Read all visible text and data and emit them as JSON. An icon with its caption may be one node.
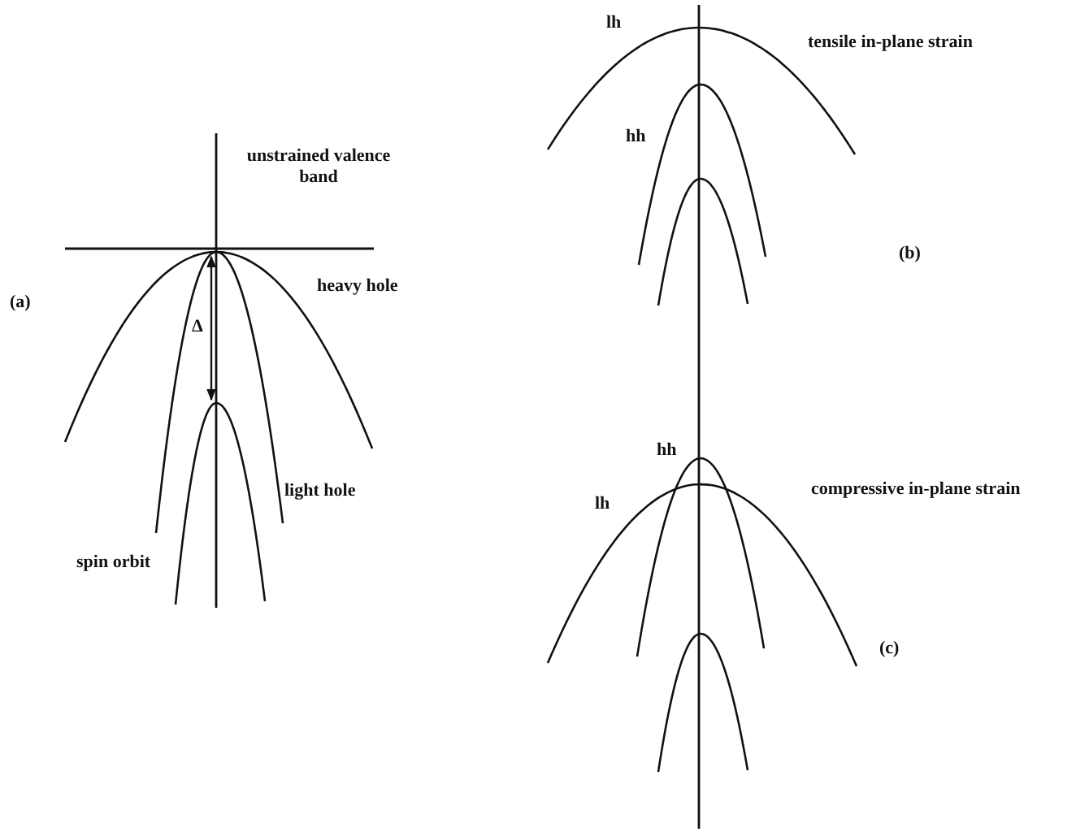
{
  "diagram": {
    "labels": [
      "lh",
      "tensile in-plane strain",
      "hh",
      "unstrained valence band",
      "(b)",
      "heavy hole",
      "(a)",
      "Δ",
      "hh",
      "light hole",
      "compressive in-plane strain",
      "lh",
      "spin orbit",
      "(c)"
    ]
  }
}
